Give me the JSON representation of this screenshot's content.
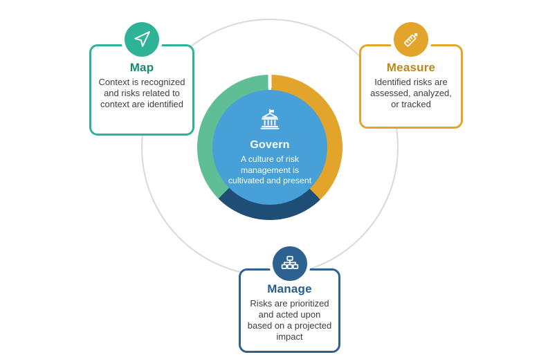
{
  "center": {
    "title": "Govern",
    "description": "A culture of risk management is cultivated and present",
    "icon": "bank-icon",
    "color": "#47A0D8"
  },
  "cards": {
    "map": {
      "title": "Map",
      "description": "Context is recognized and risks related to context are identified",
      "icon": "paper-plane-icon",
      "accent": "#2FB398",
      "title_color": "#188A70"
    },
    "measure": {
      "title": "Measure",
      "description": "Identified risks are assessed, analyzed, or tracked",
      "icon": "ruler-icon",
      "accent": "#E2A42B",
      "title_color": "#BD861B"
    },
    "manage": {
      "title": "Manage",
      "description": "Risks are prioritized and acted upon based on a projected impact",
      "icon": "org-chart-icon",
      "accent": "#2D6290",
      "title_color": "#265E8A"
    }
  },
  "ring": {
    "segments": [
      {
        "name": "map-segment",
        "color": "#5FBE95"
      },
      {
        "name": "measure-segment",
        "color": "#E2A42B"
      },
      {
        "name": "manage-segment",
        "color": "#1E4E76"
      }
    ]
  },
  "colors": {
    "outer_circle": "#D9D9D9",
    "body_text": "#3D3D3D",
    "card_background": "#FFFFFF"
  }
}
